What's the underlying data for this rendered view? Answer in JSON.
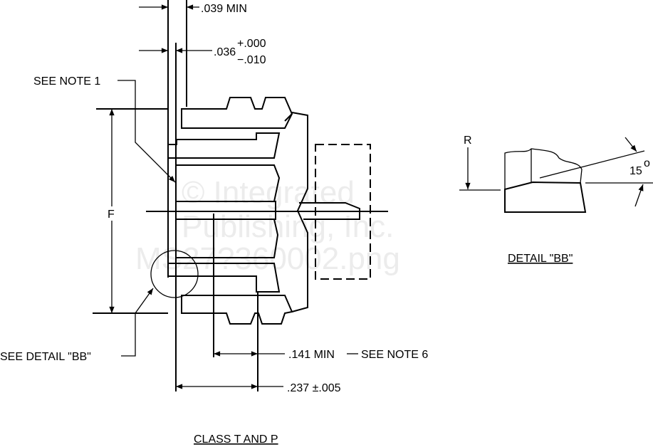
{
  "watermark": {
    "line1": "© Integrated",
    "line2": "Publishing, Inc.",
    "line3": "MS27?360002.png"
  },
  "dimensions": {
    "d039": ".039 MIN",
    "d036": ".036",
    "d036_plus": "+.000",
    "d036_minus": "−.010",
    "f": "F",
    "d141": ".141 MIN",
    "d141_note": "SEE NOTE 6",
    "d237": ".237 ±.005"
  },
  "notes": {
    "see_note_1": "SEE NOTE 1",
    "see_detail": "SEE DETAIL  \"BB\""
  },
  "detail": {
    "r_label": "R",
    "angle": "15",
    "degree": "o",
    "title": "DETAIL \"BB\""
  },
  "caption": "CLASS  T AND P"
}
